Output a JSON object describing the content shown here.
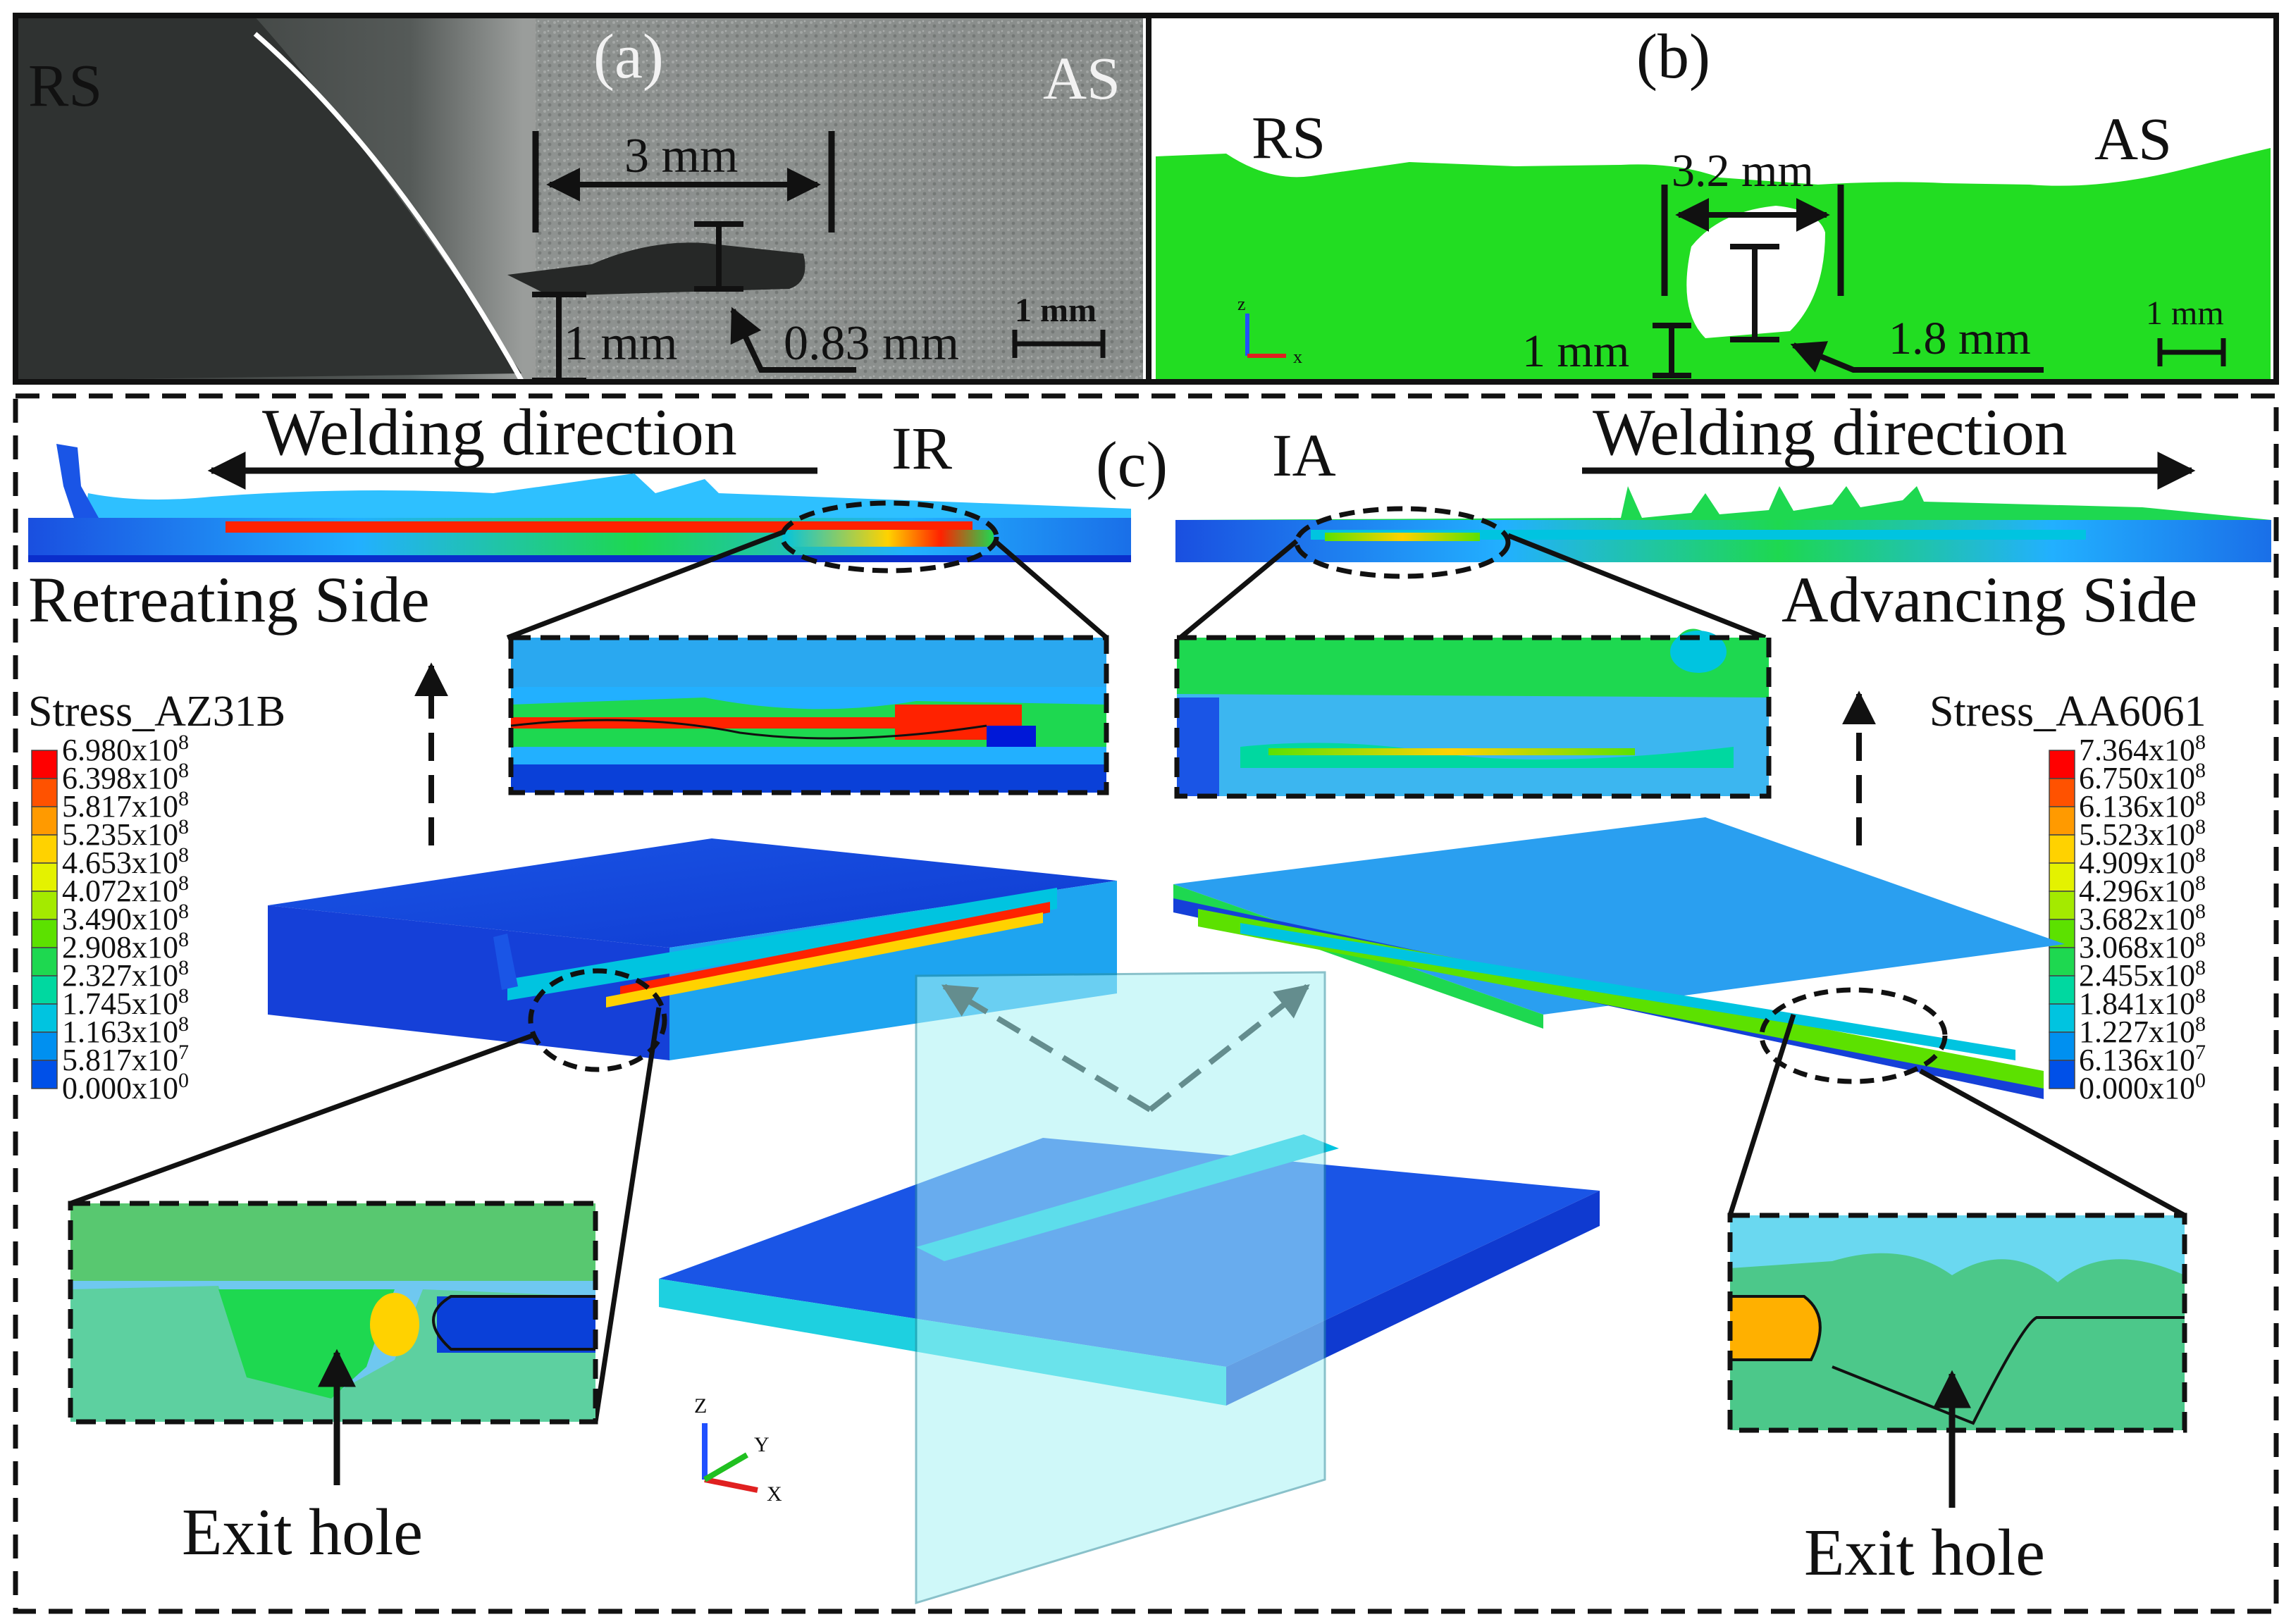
{
  "panel_a": {
    "label": "(a)",
    "rs": "RS",
    "as": "AS",
    "dim_width": "3 mm",
    "dim_height": "0.83 mm",
    "dim_depth": "1 mm",
    "scale": "1 mm"
  },
  "panel_b": {
    "label": "(b)",
    "rs": "RS",
    "as": "AS",
    "dim_width": "3.2 mm",
    "dim_height": "1.8 mm",
    "dim_depth": "1 mm",
    "scale": "1 mm",
    "axis_z": "z",
    "axis_x": "x"
  },
  "panel_c": {
    "label": "(c)",
    "welding_direction_left": "Welding direction",
    "welding_direction_right": "Welding direction",
    "ir": "IR",
    "ia": "IA",
    "retreating_side": "Retreating Side",
    "advancing_side": "Advancing Side",
    "exit_hole_left": "Exit hole",
    "exit_hole_right": "Exit hole",
    "axis_z": "Z",
    "axis_y": "Y",
    "axis_x": "X"
  },
  "legend_az31b": {
    "title": "Stress_AZ31B",
    "ticks": [
      {
        "m": "6.980",
        "e": "8"
      },
      {
        "m": "6.398",
        "e": "8"
      },
      {
        "m": "5.817",
        "e": "8"
      },
      {
        "m": "5.235",
        "e": "8"
      },
      {
        "m": "4.653",
        "e": "8"
      },
      {
        "m": "4.072",
        "e": "8"
      },
      {
        "m": "3.490",
        "e": "8"
      },
      {
        "m": "2.908",
        "e": "8"
      },
      {
        "m": "2.327",
        "e": "8"
      },
      {
        "m": "1.745",
        "e": "8"
      },
      {
        "m": "1.163",
        "e": "8"
      },
      {
        "m": "5.817",
        "e": "7"
      },
      {
        "m": "0.000",
        "e": "0"
      }
    ]
  },
  "legend_aa6061": {
    "title": "Stress_AA6061",
    "ticks": [
      {
        "m": "7.364",
        "e": "8"
      },
      {
        "m": "6.750",
        "e": "8"
      },
      {
        "m": "6.136",
        "e": "8"
      },
      {
        "m": "5.523",
        "e": "8"
      },
      {
        "m": "4.909",
        "e": "8"
      },
      {
        "m": "4.296",
        "e": "8"
      },
      {
        "m": "3.682",
        "e": "8"
      },
      {
        "m": "3.068",
        "e": "8"
      },
      {
        "m": "2.455",
        "e": "8"
      },
      {
        "m": "1.841",
        "e": "8"
      },
      {
        "m": "1.227",
        "e": "8"
      },
      {
        "m": "6.136",
        "e": "7"
      },
      {
        "m": "0.000",
        "e": "0"
      }
    ]
  },
  "colors": {
    "contour": [
      "#ff0000",
      "#ff5200",
      "#ff9a00",
      "#ffd200",
      "#e4f200",
      "#a4ea00",
      "#5ce100",
      "#1ed850",
      "#00d8a0",
      "#00c4e0",
      "#0090f0",
      "#0050e8",
      "#0018d8"
    ],
    "sim_green": "#22dd22",
    "micrograph_dark": "#3a3d3c",
    "micrograph_light": "#8f9290"
  }
}
